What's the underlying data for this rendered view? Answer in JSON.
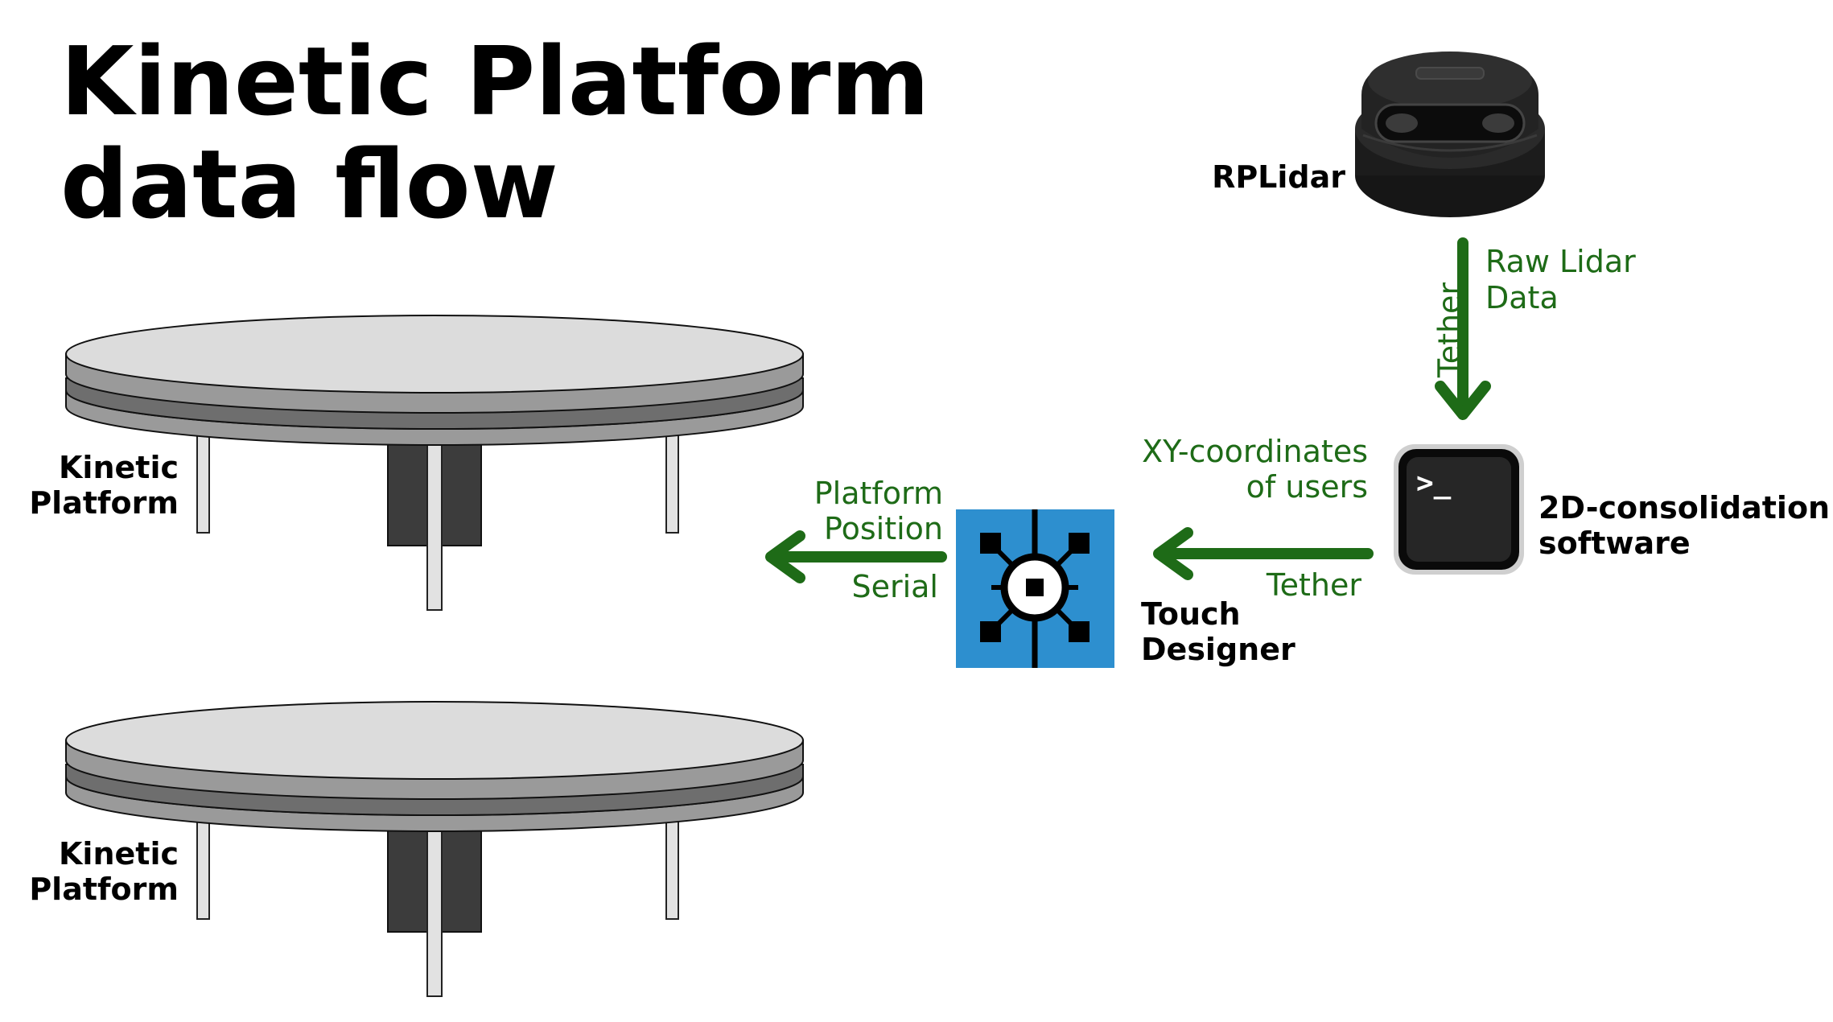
{
  "title": {
    "line1": "Kinetic Platform",
    "line2": "data flow"
  },
  "colors": {
    "arrow": "#1e6b17",
    "edge_text": "#1e6b17",
    "platform_top": "#dcdcdc",
    "platform_edge": "#9a9a9a",
    "platform_mid": "#6e6e6e",
    "column": "#3c3c3c",
    "leg": "#e2e2e2",
    "touchdesigner_bg": "#2d8fcf",
    "terminal_bg": "#1d1d1d"
  },
  "nodes": {
    "rplidar": {
      "label": "RPLidar",
      "icon": "lidar-sensor-icon"
    },
    "consolidation": {
      "label_line1": "2D-consolidation",
      "label_line2": "software",
      "icon": "terminal-icon",
      "prompt": ">_"
    },
    "touchdesigner": {
      "label_line1": "Touch",
      "label_line2": "Designer",
      "icon": "touchdesigner-icon"
    },
    "platform_upper": {
      "label_line1": "Kinetic",
      "label_line2": "Platform",
      "icon": "kinetic-platform-icon"
    },
    "platform_lower": {
      "label_line1": "Kinetic",
      "label_line2": "Platform",
      "icon": "kinetic-platform-icon"
    }
  },
  "edges": {
    "lidar_to_software": {
      "from": "RPLidar",
      "to": "2D-consolidation software",
      "label_line1": "Raw Lidar",
      "label_line2": "Data",
      "medium": "Tether"
    },
    "software_to_touchdesigner": {
      "from": "2D-consolidation software",
      "to": "Touch Designer",
      "label_line1": "XY-coordinates",
      "label_line2": "of users",
      "medium": "Tether"
    },
    "touchdesigner_to_platform": {
      "from": "Touch Designer",
      "to": "Kinetic Platform",
      "label_line1": "Platform",
      "label_line2": "Position",
      "medium": "Serial"
    }
  }
}
